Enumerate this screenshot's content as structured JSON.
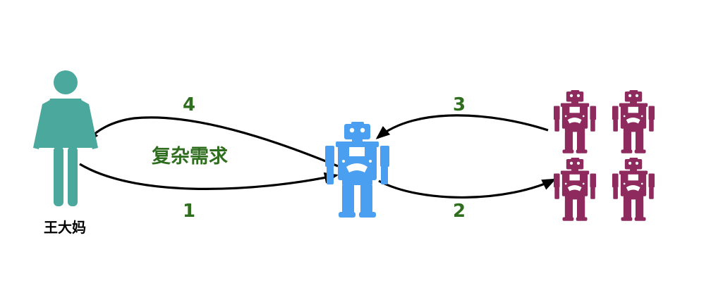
{
  "diagram": {
    "person": {
      "label": "王大妈",
      "icon": "woman-icon",
      "color": "#4aa89c"
    },
    "center_robot": {
      "icon": "robot-icon",
      "color": "#4a9ff0"
    },
    "worker_robots": {
      "icon": "robot-icon",
      "color": "#8e2a5e",
      "count": 4
    },
    "request_label": "复杂需求",
    "label_color": "#2f6e1e",
    "arrow_color": "#000000",
    "steps": [
      {
        "number": "1"
      },
      {
        "number": "2"
      },
      {
        "number": "3"
      },
      {
        "number": "4"
      }
    ]
  }
}
